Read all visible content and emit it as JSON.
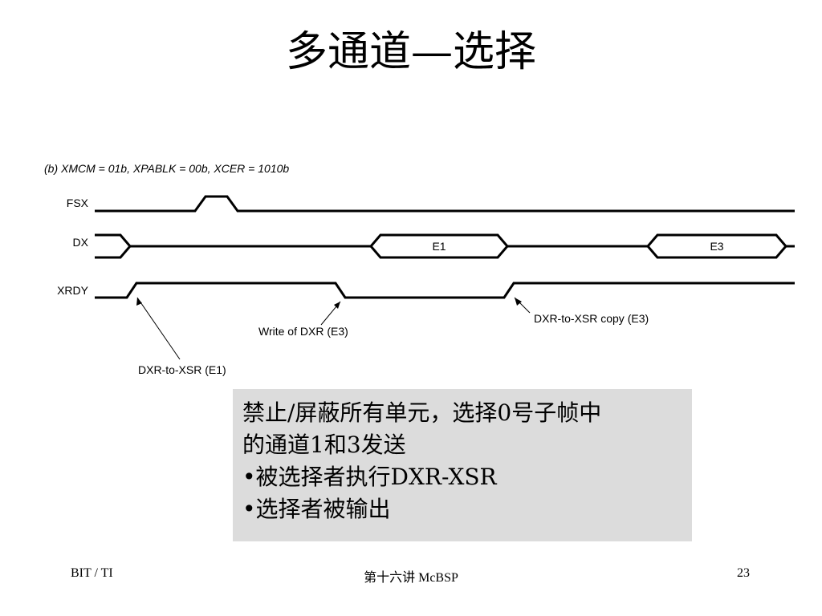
{
  "slide": {
    "title": "多通道—选择",
    "footer_left": "BIT / TI",
    "footer_center": "第十六讲 McBSP",
    "page_number": "23"
  },
  "diagram": {
    "caption": "(b) XMCM = 01b, XPABLK = 00b, XCER = 1010b",
    "signals": {
      "fsx": "FSX",
      "dx": "DX",
      "xrdy": "XRDY"
    },
    "dx_data": [
      "E1",
      "E3"
    ],
    "annotations": {
      "dxr_to_xsr_e1": "DXR-to-XSR (E1)",
      "write_of_dxr_e3": "Write of DXR (E3)",
      "dxr_to_xsr_copy_e3": "DXR-to-XSR copy (E3)"
    }
  },
  "notes": [
    "禁止/屏蔽所有单元，选择0号子帧中",
    " 的通道1和3发送",
    "•被选择者执行DXR-XSR",
    "•选择者被输出"
  ]
}
